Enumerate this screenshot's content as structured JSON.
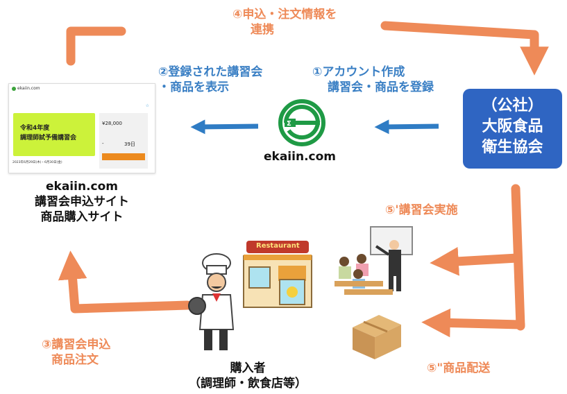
{
  "colors": {
    "orange_arrow": "#ee8a58",
    "blue_arrow": "#2f7cc4",
    "association_box": "#2f65c2",
    "banner_green": "#ccf23a"
  },
  "steps": {
    "step4_line1": "④申込・注文情報を",
    "step4_line2": "連携",
    "step2_line1": "②登録された講習会",
    "step2_line2": "・商品を表示",
    "step1_line1": "①アカウント作成",
    "step1_line2": "講習会・商品を登録",
    "step5a": "⑤'講習会実施",
    "step5b": "⑤\"商品配送",
    "step3_line1": "③講習会申込",
    "step3_line2": "商品注文"
  },
  "association": {
    "line1": "（公社）",
    "line2": "大阪食品",
    "line3": "衛生協会"
  },
  "ekaiin": {
    "name": "ekaiin.com"
  },
  "site_label": {
    "line1": "ekaiin.com",
    "line2": "講習会申込サイト",
    "line3": "商品購入サイト"
  },
  "buyer_label": {
    "line1": "購入者",
    "line2": "（調理師・飲食店等）"
  },
  "site_mock": {
    "logo": "ekaiin.com",
    "header_right": "",
    "title": "",
    "subtitle": "",
    "banner_line1": "令和4年度",
    "banner_line2": "調理師試予備講習会",
    "price": "¥28,000",
    "dash": "-",
    "days": "39日",
    "dates": "2023年6月29日(木)・6月30日(金)"
  },
  "restaurant_sign": "Restaurant"
}
